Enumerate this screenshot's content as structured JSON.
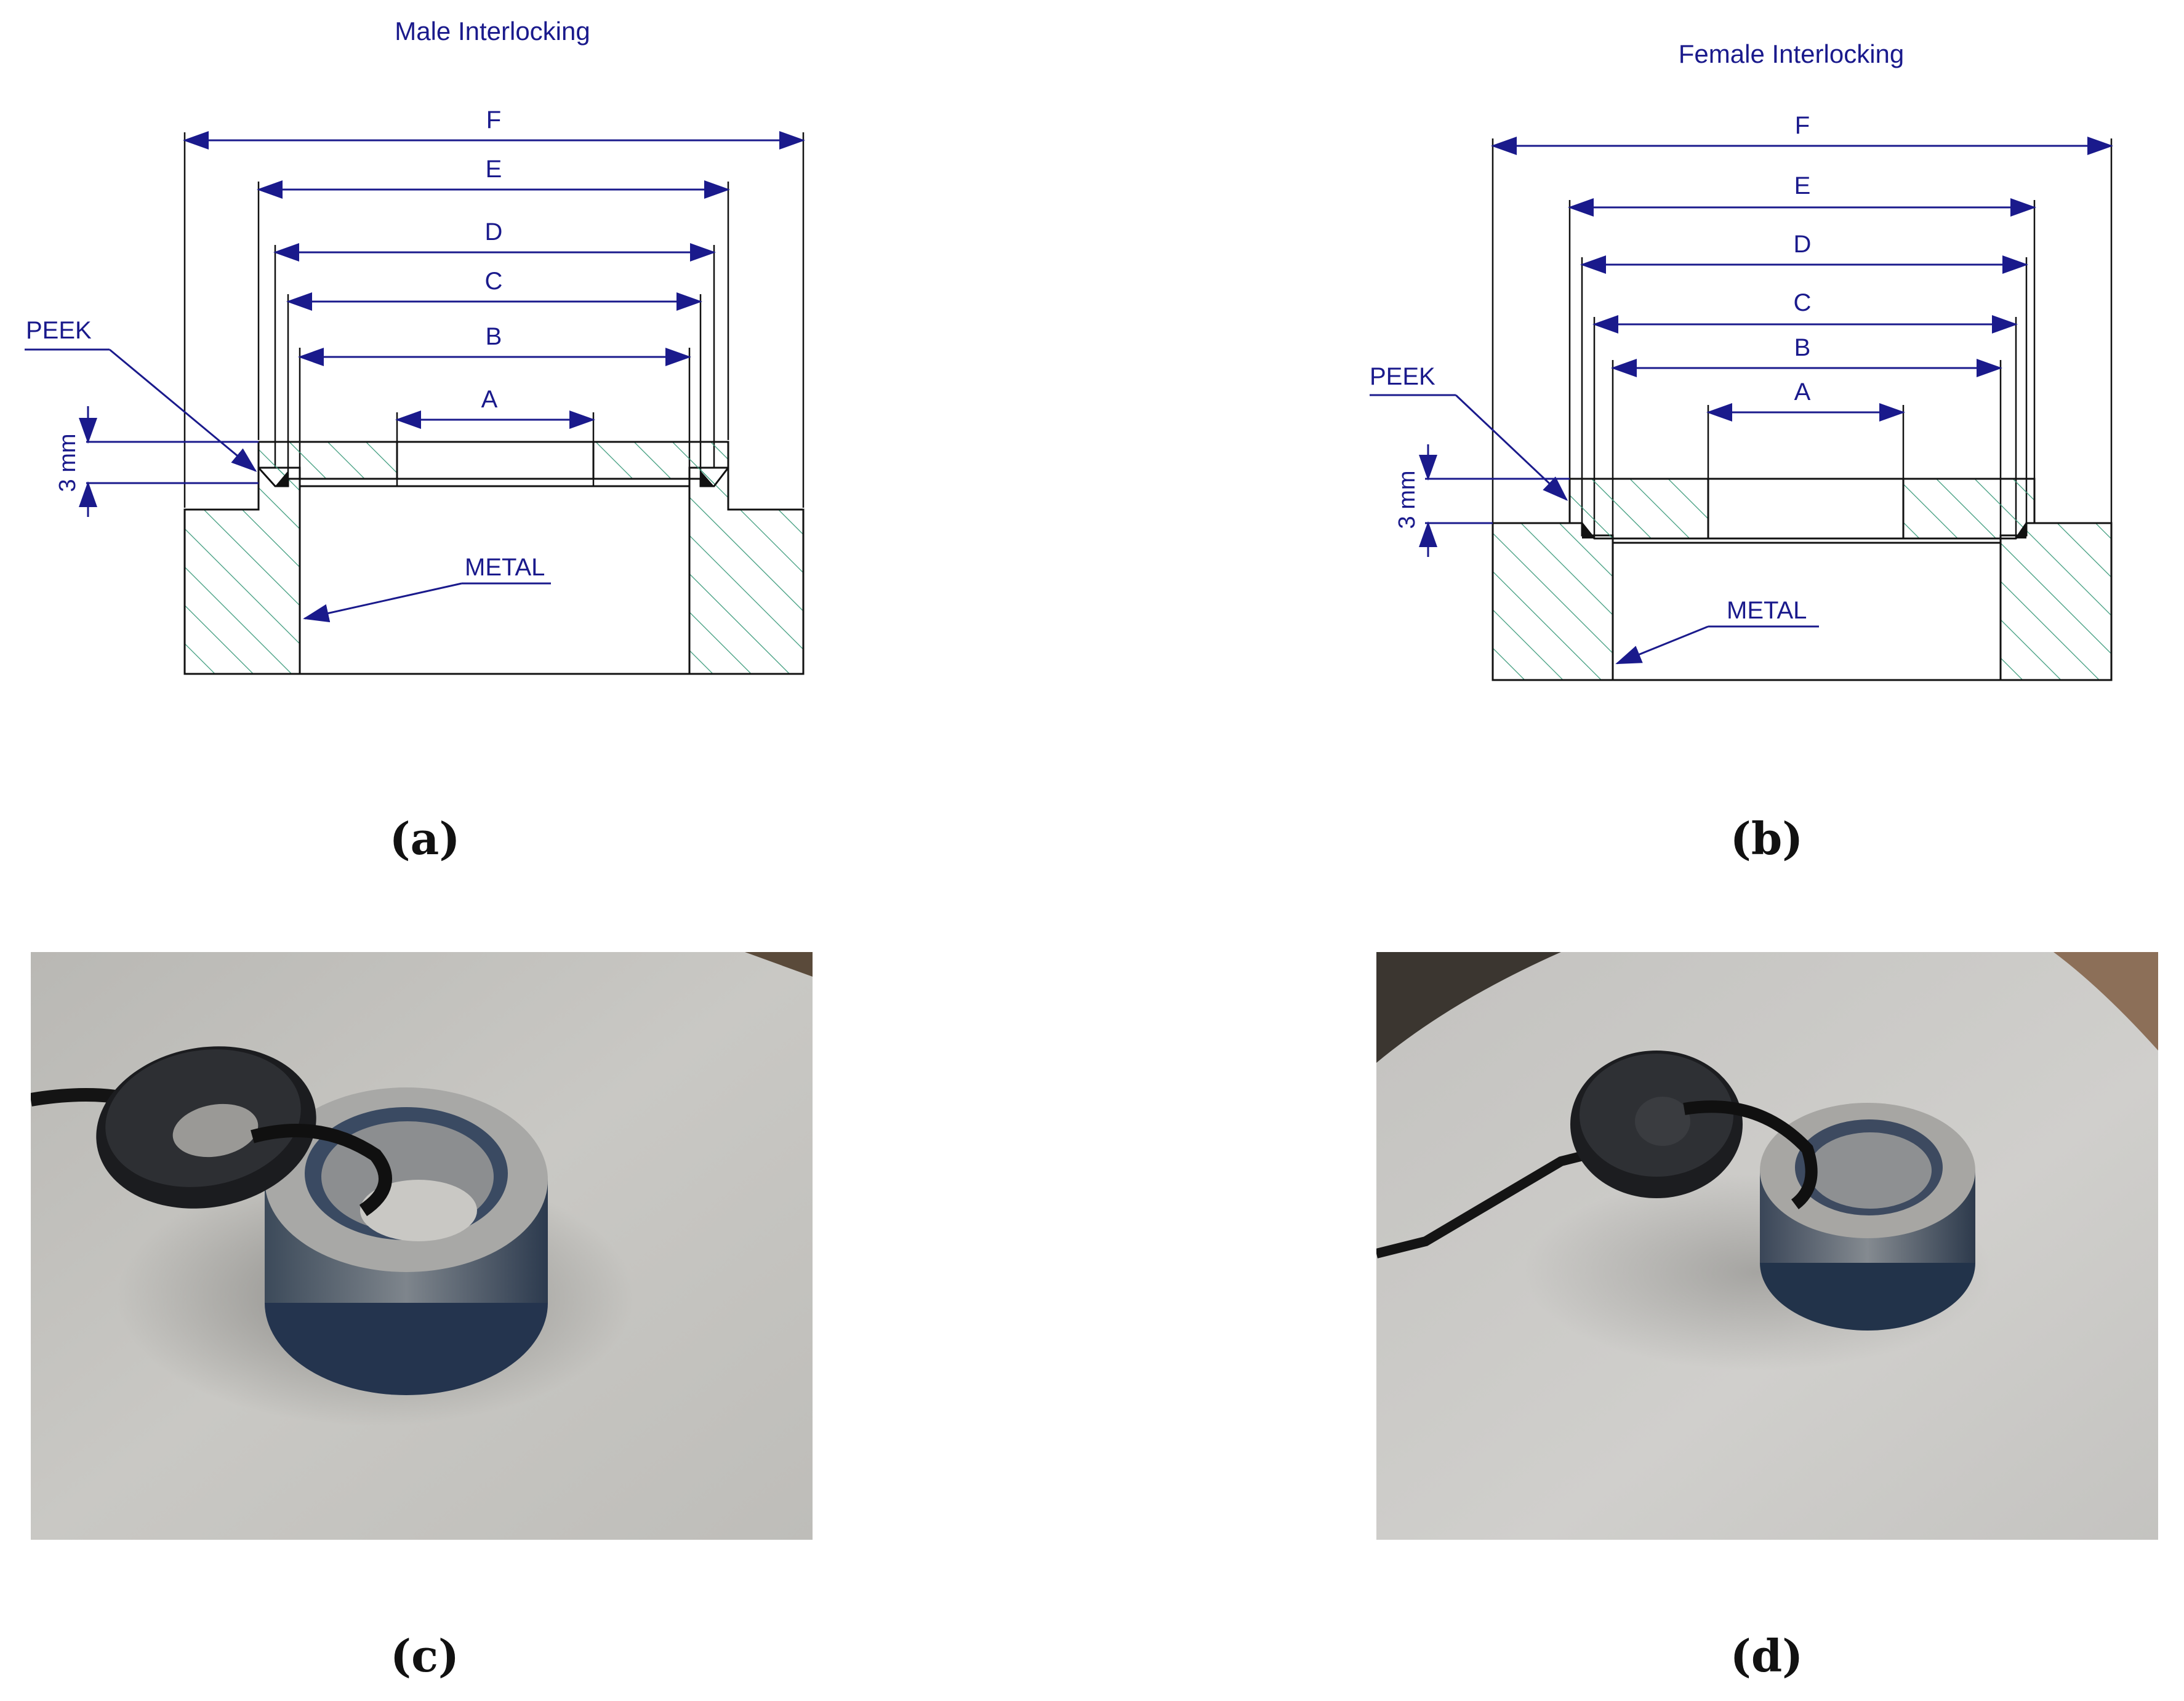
{
  "panel_a": {
    "title": "Male Interlocking",
    "dims": [
      "F",
      "E",
      "D",
      "C",
      "B",
      "A"
    ],
    "peek_label": "PEEK",
    "metal_label": "METAL",
    "thickness_label": "3 mm",
    "caption": "(a)"
  },
  "panel_b": {
    "title": "Female Interlocking",
    "dims": [
      "F",
      "E",
      "D",
      "C",
      "B",
      "A"
    ],
    "peek_label": "PEEK",
    "metal_label": "METAL",
    "thickness_label": "3 mm",
    "caption": "(b)"
  },
  "panel_c": {
    "caption": "(c)"
  },
  "panel_d": {
    "caption": "(d)"
  },
  "colors": {
    "dimension": "#1a1a8c",
    "hatch": "#3a9a7a",
    "outline": "#111111",
    "table": "#c8c6c2"
  }
}
